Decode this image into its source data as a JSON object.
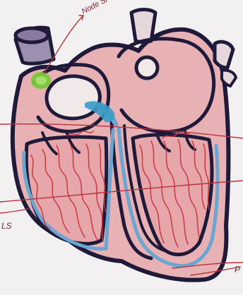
{
  "diagram": {
    "labels": {
      "sa_node": "Node SA",
      "left_edge": "LS",
      "right_edge": "P"
    },
    "colors": {
      "outline": "#1f1a3a",
      "tissue_fill": "#e9b6b8",
      "aorta_fill": "#9d8fb0",
      "sa_node": "#79c73a",
      "av_node": "#3a9bc8",
      "purkinje_fibers": "#c8343c",
      "bundle_branches": "#6aa6cf",
      "pointer_lines": "#b5323c"
    }
  }
}
